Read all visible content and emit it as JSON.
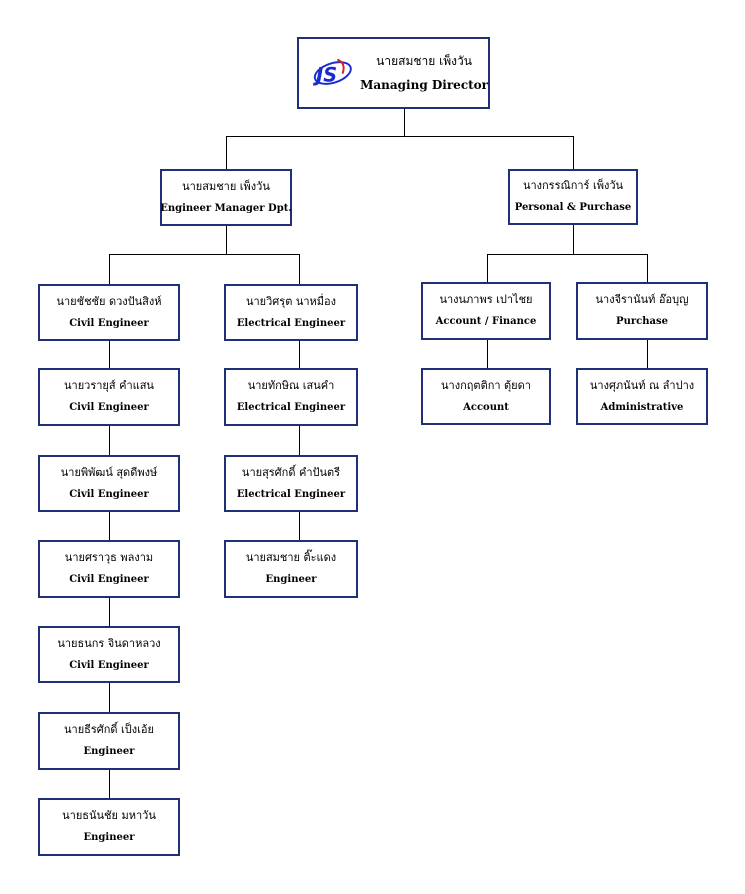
{
  "colors": {
    "box_border": "#1f2f78",
    "logo_blue": "#1a2bd6",
    "logo_red": "#d62020"
  },
  "top": {
    "logo_text": "JS",
    "name": "นายสมชาย เพ็งวัน",
    "role": "Managing Director"
  },
  "level2": [
    {
      "name": "นายสมชาย เพ็งวัน",
      "role": "Engineer Manager Dpt."
    },
    {
      "name": "นางกรรณิการ์ เพ็งวัน",
      "role": "Personal & Purchase"
    }
  ],
  "civil": [
    {
      "name": "นายชัชชัย ดวงปันสิงห์",
      "role": "Civil Engineer"
    },
    {
      "name": "นายวรายุส์ คำแสน",
      "role": "Civil Engineer"
    },
    {
      "name": "นายพิพัฒน์ สุดดีพงษ์",
      "role": "Civil Engineer"
    },
    {
      "name": "นายศราวุธ พลงาม",
      "role": "Civil Engineer"
    },
    {
      "name": "นายธนกร จินดาหลวง",
      "role": "Civil Engineer"
    },
    {
      "name": "นายธีรศักดิ์ เป็งเอ้ย",
      "role": "Engineer"
    },
    {
      "name": "นายธนันชัย มหาวัน",
      "role": "Engineer"
    }
  ],
  "electrical": [
    {
      "name": "นายวิศรุต นาหมื่อง",
      "role": "Electrical Engineer"
    },
    {
      "name": "นายทักษิณ เสนคำ",
      "role": "Electrical Engineer"
    },
    {
      "name": "นายสุรศักดิ์ คำปันตรี",
      "role": "Electrical Engineer"
    },
    {
      "name": "นายสมชาย ติ๊ะแดง",
      "role": "Engineer"
    }
  ],
  "finance": [
    {
      "name": "นางนภาพร เปาไชย",
      "role": "Account / Finance"
    },
    {
      "name": "นางกฤตติกา ตุ้ยดา",
      "role": "Account"
    }
  ],
  "purchase": [
    {
      "name": "นางจีรานันท์ อ๊อบุญ",
      "role": "Purchase"
    },
    {
      "name": "นางศุภนันท์ ณ ลำปาง",
      "role": "Administrative"
    }
  ]
}
